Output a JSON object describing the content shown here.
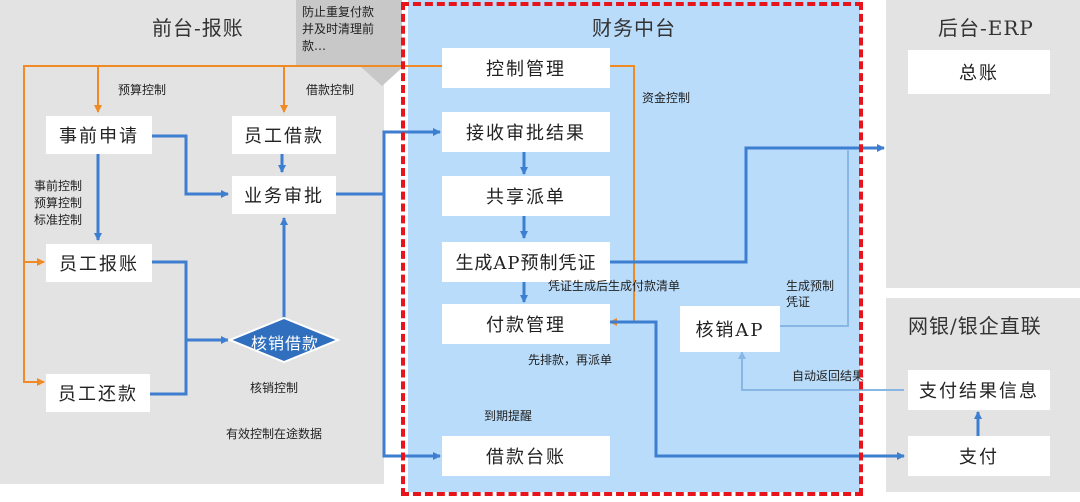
{
  "panels": {
    "front": "前台-报账",
    "middle": "财务中台",
    "erp": "后台-ERP",
    "bank": "网银/银企直联"
  },
  "note": {
    "line1": "防止重复付款",
    "line2": "并及时清理前",
    "line3": "款…"
  },
  "nodes": {
    "pre_apply": "事前申请",
    "emp_loan": "员工借款",
    "biz_approve": "业务审批",
    "emp_claim": "员工报账",
    "writeoff_loan": "核销借款",
    "emp_repay": "员工还款",
    "ctrl_mgmt": "控制管理",
    "recv_result": "接收审批结果",
    "share_dispatch": "共享派单",
    "gen_ap": "生成AP预制凭证",
    "pay_mgmt": "付款管理",
    "writeoff_ap": "核销AP",
    "loan_ledger": "借款台账",
    "general_ledger": "总账",
    "pay_result_info": "支付结果信息",
    "payment": "支付"
  },
  "labels": {
    "budget_ctrl": "预算控制",
    "loan_ctrl": "借款控制",
    "fund_ctrl": "资金控制",
    "prior_ctrl": "事前控制",
    "budget_ctrl2": "预算控制",
    "std_ctrl": "标准控制",
    "writeoff_ctrl": "核销控制",
    "effective_ctrl": "有效控制在途数据",
    "voucher_note": "凭证生成后生成付款清单",
    "gen_prevoucher_1": "生成预制",
    "gen_prevoucher_2": "凭证",
    "arrange_first": "先排款，再派单",
    "due_reminder": "到期提醒",
    "auto_return": "自动返回结果"
  },
  "colors": {
    "blue_arrow": "#3d7ed1",
    "orange_arrow": "#f08a24",
    "light_blue_arrow": "#8ab6e6",
    "panel_gray": "#e3e3e3",
    "middle_blue": "#b9dcfb",
    "red_dashed": "#e8141b",
    "diamond_blue": "#2f6fbd"
  }
}
